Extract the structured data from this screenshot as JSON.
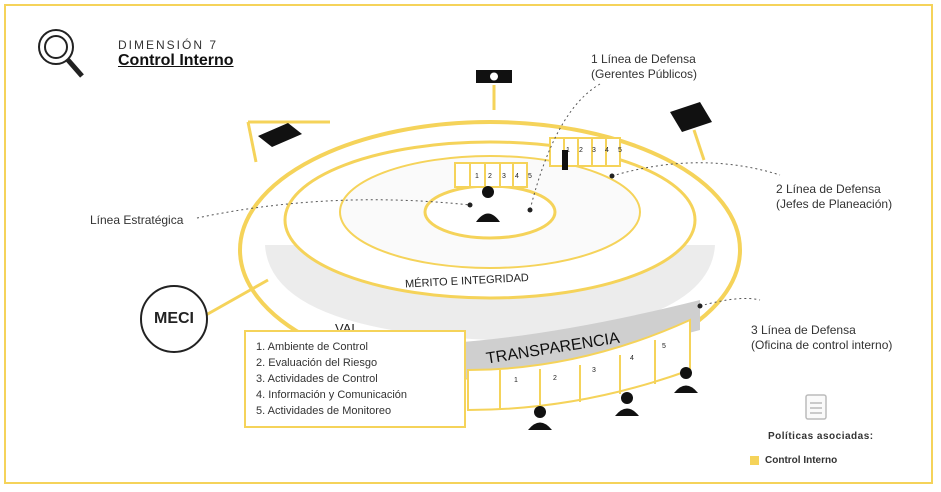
{
  "header": {
    "dimension_label": "DIMENSIÓN 7",
    "title": "Control Interno"
  },
  "lines": {
    "first": {
      "line1": "1 Línea de Defensa",
      "line2": "(Gerentes Públicos)"
    },
    "second": {
      "line1": "2 Línea de Defensa",
      "line2": "(Jefes de Planeación)"
    },
    "third": {
      "line1": "3 Línea de Defensa",
      "line2": "(Oficina de control interno)"
    },
    "strategic": "Línea Estratégica"
  },
  "ring_labels": {
    "merit": "MÉRITO   E   INTEGRIDAD",
    "transparency": "TRANSPARENCIA",
    "values_partial": "VAL"
  },
  "meci": "MECI",
  "components": [
    "1. Ambiente de Control",
    "2. Evaluación del Riesgo",
    "3. Actividades de Control",
    "4. Información y Comunicación",
    "5. Actividades de Monitoreo"
  ],
  "gate_numbers": [
    "1",
    "2",
    "3",
    "4",
    "5"
  ],
  "policies": {
    "title": "Políticas asociadas:",
    "items": [
      "Control Interno"
    ]
  },
  "colors": {
    "accent": "#f5d35a",
    "ink": "#222222"
  },
  "icons": [
    "magnifier-icon",
    "camera-icon",
    "briefcase-icon",
    "person-icon",
    "document-icon"
  ]
}
